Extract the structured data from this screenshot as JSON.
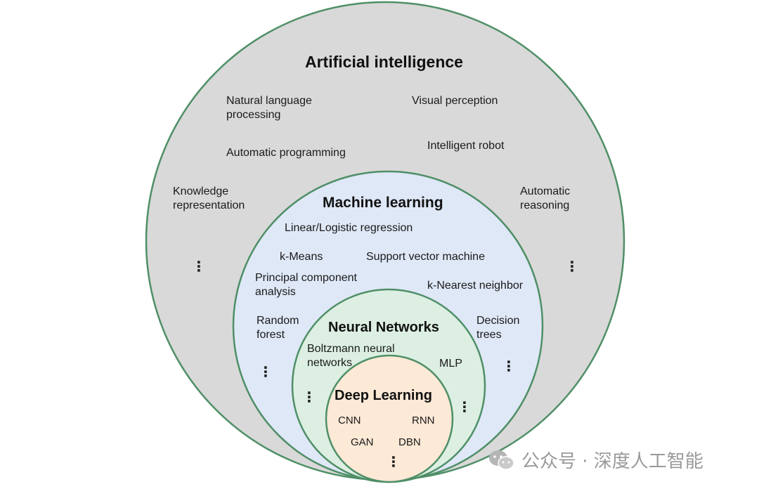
{
  "colors": {
    "ai_fill": "#d9d9d9",
    "ml_fill": "#dfe8f7",
    "nn_fill": "#dcefe2",
    "dl_fill": "#fce9d6",
    "outline": "#4f8f67"
  },
  "ai": {
    "title": "Artificial intelligence",
    "items": [
      "Natural language\nprocessing",
      "Visual perception",
      "Automatic programming",
      "Intelligent robot",
      "Knowledge\nrepresentation",
      "Automatic\nreasoning"
    ],
    "ellipsis_left": "⋮",
    "ellipsis_right": "⋮"
  },
  "ml": {
    "title": "Machine learning",
    "items": [
      "Linear/Logistic regression",
      "k-Means",
      "Support vector machine",
      "Principal component\nanalysis",
      "k-Nearest neighbor",
      "Random\nforest",
      "Decision\ntrees"
    ],
    "ellipsis_left": "⋮",
    "ellipsis_right": "⋮"
  },
  "nn": {
    "title": "Neural Networks",
    "items": [
      "Boltzmann neural\nnetworks",
      "MLP"
    ],
    "ellipsis_left": "⋮",
    "ellipsis_right": "⋮"
  },
  "dl": {
    "title": "Deep Learning",
    "items": [
      "CNN",
      "RNN",
      "GAN",
      "DBN"
    ],
    "ellipsis": "⋮"
  },
  "watermark": {
    "text": "公众号 · 深度人工智能",
    "icon": "wechat-icon"
  }
}
